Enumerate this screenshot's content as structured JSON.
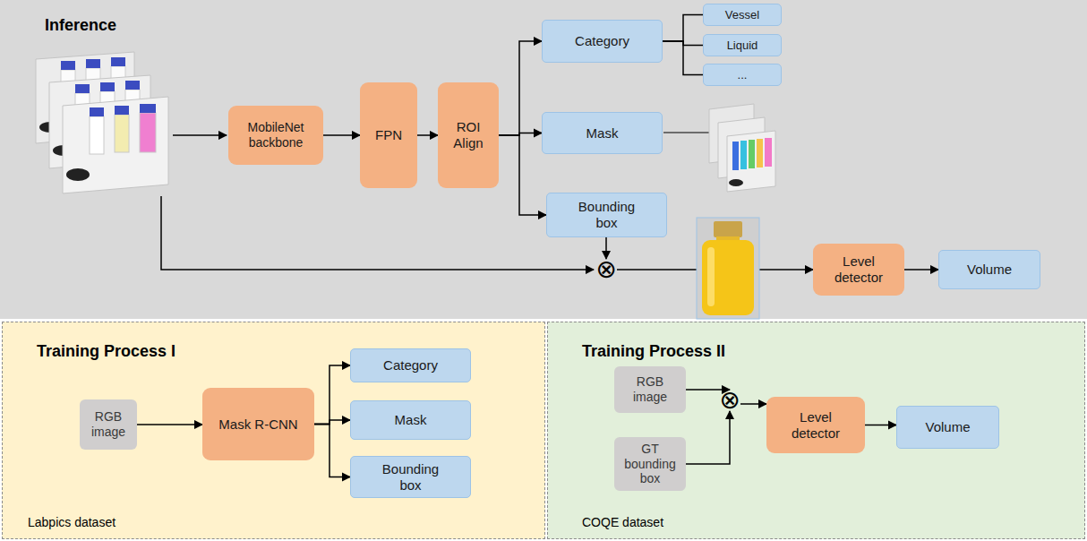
{
  "diagram": {
    "nodes": [
      {
        "text": [
          "Inference"
        ]
      },
      {
        "text": [
          "MobileNet backbone"
        ],
        "in": 0
      },
      {
        "text": [
          "FPN"
        ],
        "in": 0
      },
      {
        "text": [
          "ROI Align"
        ],
        "in": 0
      },
      {
        "text": [
          "Category"
        ],
        "in": 0
      },
      {
        "text": [
          "Vessel"
        ],
        "in": 0
      },
      {
        "text": [
          "Liquid"
        ],
        "in": 0
      },
      {
        "text": [
          "..."
        ],
        "in": 0
      },
      {
        "text": [
          "Mask"
        ],
        "in": 0
      },
      {
        "text": [
          "Bounding box"
        ],
        "in": 0
      },
      {
        "text": [
          "⊗"
        ],
        "in": 0
      },
      {
        "text": [
          "Level detector"
        ],
        "in": 0
      },
      {
        "text": [
          "Volume"
        ],
        "in": 0
      },
      {
        "text": [
          "Training Process I",
          "Labpics dataset"
        ]
      },
      {
        "text": [
          "RGB image"
        ],
        "in": 13
      },
      {
        "text": [
          "Mask R-CNN"
        ],
        "in": 13
      },
      {
        "text": [
          "Category"
        ],
        "in": 13
      },
      {
        "text": [
          "Mask"
        ],
        "in": 13
      },
      {
        "text": [
          "Bounding box"
        ],
        "in": 13
      },
      {
        "text": [
          "Training Process II",
          "COQE dataset"
        ]
      },
      {
        "text": [
          "RGB image"
        ],
        "in": 19
      },
      {
        "text": [
          "GT bounding box"
        ],
        "in": 19
      },
      {
        "text": [
          "⊗"
        ],
        "in": 19
      },
      {
        "text": [
          "Level detector"
        ],
        "in": 19
      },
      {
        "text": [
          "Volume"
        ],
        "in": 19
      }
    ],
    "edges": [
      {
        "from": 1,
        "to": 2,
        "arrow": "to"
      },
      {
        "from": 2,
        "to": 3,
        "arrow": "to"
      },
      {
        "from": 3,
        "to": 4,
        "arrow": "to"
      },
      {
        "from": 3,
        "to": 8,
        "arrow": "to"
      },
      {
        "from": 3,
        "to": 9,
        "arrow": "to"
      },
      {
        "from": 4,
        "to": 5,
        "arrow": "none"
      },
      {
        "from": 4,
        "to": 6,
        "arrow": "none"
      },
      {
        "from": 4,
        "to": 7,
        "arrow": "none"
      },
      {
        "from": 9,
        "to": 10,
        "arrow": "to"
      },
      {
        "from": 10,
        "to": 11,
        "arrow": "to"
      },
      {
        "from": 11,
        "to": 12,
        "arrow": "to"
      },
      {
        "from": 14,
        "to": 15,
        "arrow": "to"
      },
      {
        "from": 15,
        "to": 16,
        "arrow": "to"
      },
      {
        "from": 15,
        "to": 17,
        "arrow": "to"
      },
      {
        "from": 15,
        "to": 18,
        "arrow": "to"
      },
      {
        "from": 20,
        "to": 22,
        "arrow": "to"
      },
      {
        "from": 21,
        "to": 22,
        "arrow": "to"
      },
      {
        "from": 22,
        "to": 23,
        "arrow": "to"
      },
      {
        "from": 23,
        "to": 24,
        "arrow": "to"
      }
    ]
  }
}
